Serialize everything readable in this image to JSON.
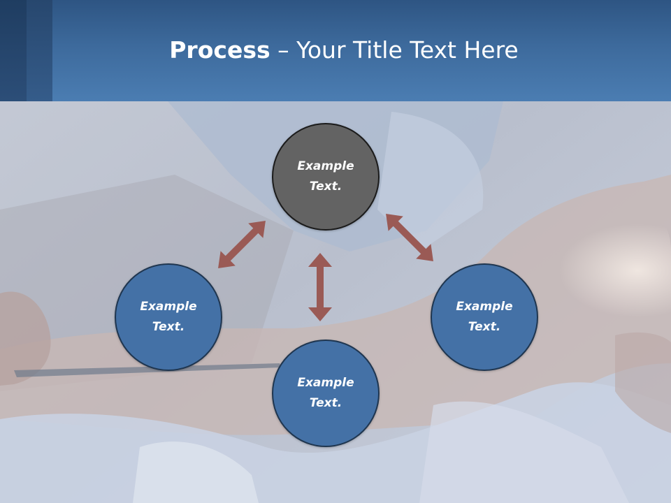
{
  "header": {
    "title_bold": "Process",
    "title_rest": " – Your Title Text Here"
  },
  "nodes": {
    "top": "Example\nText.",
    "left": "Example\nText.",
    "right": "Example\nText.",
    "bottom": "Example\nText."
  },
  "colors": {
    "header_blue": "#4b7db2",
    "node_blue": "#4471a6",
    "node_gray": "#636363",
    "arrow": "#9a5a55"
  }
}
